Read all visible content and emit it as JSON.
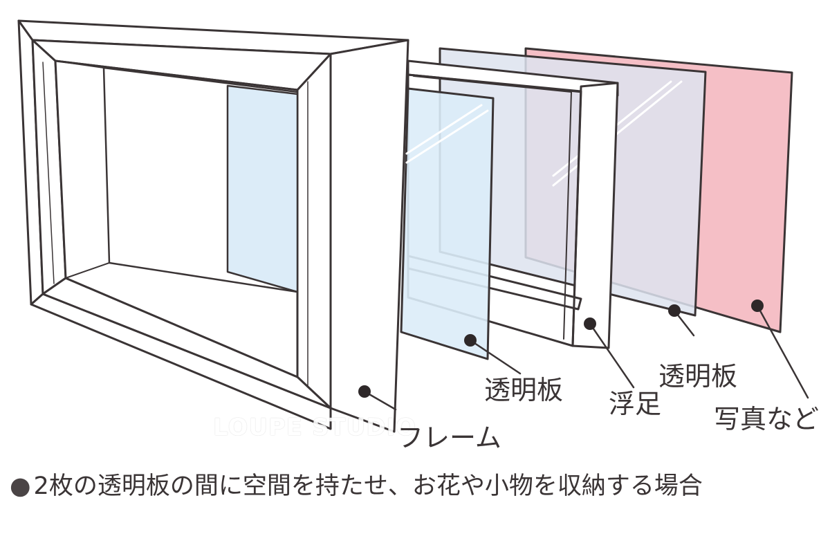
{
  "labels": {
    "front_panel": "透明板",
    "spacer": "浮足",
    "back_panel": "透明板",
    "photo": "写真など",
    "frame": "フレーム"
  },
  "caption": {
    "bullet": "●",
    "text": "2枚の透明板の間に空間を持たせ、お花や小物を収納する場合"
  },
  "watermark": "LOUPE STUDIO",
  "colors": {
    "outline": "#3a3435",
    "frame_fill": "#ffffff",
    "glass": "#dcecf8",
    "glass_back": "#dde3ee",
    "photo": "#f5bfc6",
    "text": "#3a3435"
  }
}
